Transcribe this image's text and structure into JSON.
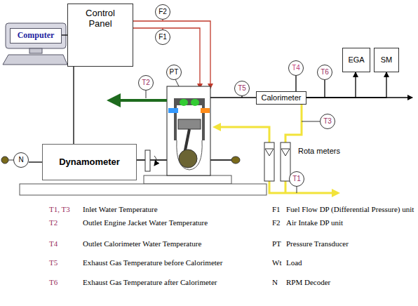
{
  "diagram": {
    "nodes": [
      {
        "text": [
          "Computer"
        ]
      },
      {
        "text": [
          "Control Panel"
        ]
      },
      {
        "text": [
          "F2"
        ]
      },
      {
        "text": [
          "F1"
        ]
      },
      {
        "text": [
          "PT"
        ]
      },
      {
        "text": [
          "T2"
        ]
      },
      {
        "text": [
          "T5"
        ]
      },
      {
        "text": [
          "T4"
        ]
      },
      {
        "text": [
          "Calorimeter"
        ]
      },
      {
        "text": [
          "T6"
        ]
      },
      {
        "text": [
          "EGA"
        ]
      },
      {
        "text": [
          "SM"
        ]
      },
      {
        "text": [
          "T3"
        ]
      },
      {
        "text": [
          "Dynamometer"
        ]
      },
      {
        "text": [
          "N"
        ]
      },
      {
        "text": [
          "T1"
        ]
      }
    ],
    "edges": [
      {
        "from": 0,
        "to": 1,
        "arrow": "none"
      },
      {
        "from": 1,
        "to": 13,
        "arrow": "none"
      },
      {
        "from": 8,
        "to": 10,
        "arrow": "to"
      },
      {
        "from": 8,
        "to": 11,
        "arrow": "to"
      },
      {
        "from": 14,
        "to": 13,
        "arrow": "none"
      }
    ],
    "labels": [
      "Rota meters",
      "T1, T3",
      "Inlet Water Temperature",
      "F1",
      "Fuel Flow DP (Differential Pressure) unit",
      "T2",
      "Outlet Engine Jacket Water Temperature",
      "F2",
      "Air Intake DP unit",
      "T4",
      "Outlet Calorimeter Water Temperature",
      "PT",
      "Pressure Transducer",
      "T5",
      "Exhaust Gas Temperature before Calorimeter",
      "Wt",
      "Load",
      "T6",
      "Exhaust Gas Temperature after Calorimeter",
      "N",
      "RPM Decoder"
    ]
  }
}
